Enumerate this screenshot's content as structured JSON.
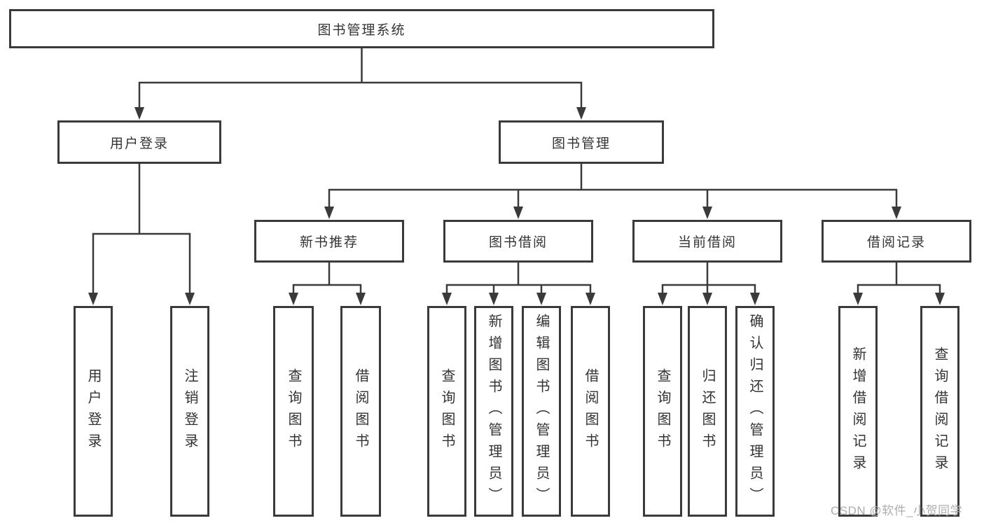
{
  "tree": {
    "label": "图书管理系统",
    "children": [
      {
        "label": "用户登录",
        "children": [
          {
            "label": "用户登录"
          },
          {
            "label": "注销登录"
          }
        ]
      },
      {
        "label": "图书管理",
        "children": [
          {
            "label": "新书推荐",
            "children": [
              {
                "label": "查询图书"
              },
              {
                "label": "借阅图书"
              }
            ]
          },
          {
            "label": "图书借阅",
            "children": [
              {
                "label": "查询图书"
              },
              {
                "label": "新增图书（管理员）"
              },
              {
                "label": "编辑图书（管理员）"
              },
              {
                "label": "借阅图书"
              }
            ]
          },
          {
            "label": "当前借阅",
            "children": [
              {
                "label": "查询图书"
              },
              {
                "label": "归还图书"
              },
              {
                "label": "确认归还（管理员）"
              }
            ]
          },
          {
            "label": "借阅记录",
            "children": [
              {
                "label": "新增借阅记录"
              },
              {
                "label": "查询借阅记录"
              }
            ]
          }
        ]
      }
    ]
  },
  "watermark": {
    "text": "CSDN @软件_小贺同学"
  },
  "colors": {
    "line": "#3a3a3a",
    "box_border": "#3a3a3a",
    "box_fill": "#ffffff",
    "text": "#333333",
    "watermark": "#adadad",
    "background": "#ffffff"
  }
}
